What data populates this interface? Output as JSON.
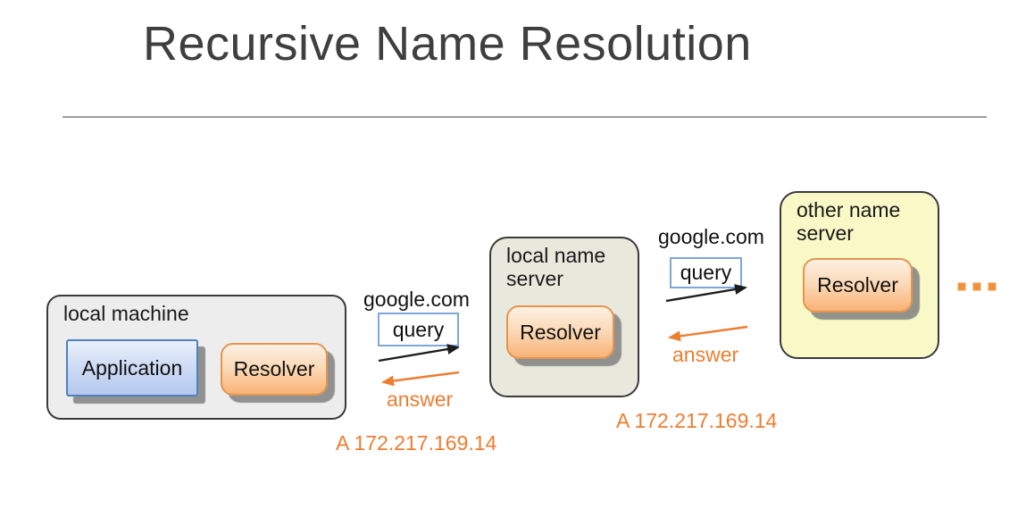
{
  "slide": {
    "title": "Recursive Name Resolution"
  },
  "nodes": {
    "local_machine": {
      "label": "local machine",
      "application": "Application",
      "resolver": "Resolver"
    },
    "local_name_server": {
      "label": "local name server",
      "resolver": "Resolver"
    },
    "other_name_server": {
      "label": "other name server",
      "resolver": "Resolver"
    }
  },
  "hops": {
    "hop1": {
      "domain": "google.com",
      "query": "query",
      "answer": "answer",
      "record": "A 172.217.169.14"
    },
    "hop2": {
      "domain": "google.com",
      "query": "query",
      "answer": "answer",
      "record": "A 172.217.169.14"
    }
  },
  "ellipsis": "...",
  "colors": {
    "accent_orange": "#ED7D31",
    "title_gray": "#3F3F3F",
    "query_box_border": "#7DA7D9",
    "application_border_blue": "#4F81BD",
    "local_machine_fill": "#EDEDED",
    "local_name_server_fill": "#E9E8DC",
    "other_name_server_fill": "#F9F9C8",
    "resolver_fill_bottom": "#F9B276",
    "arrow_black": "#1C1C1C"
  }
}
